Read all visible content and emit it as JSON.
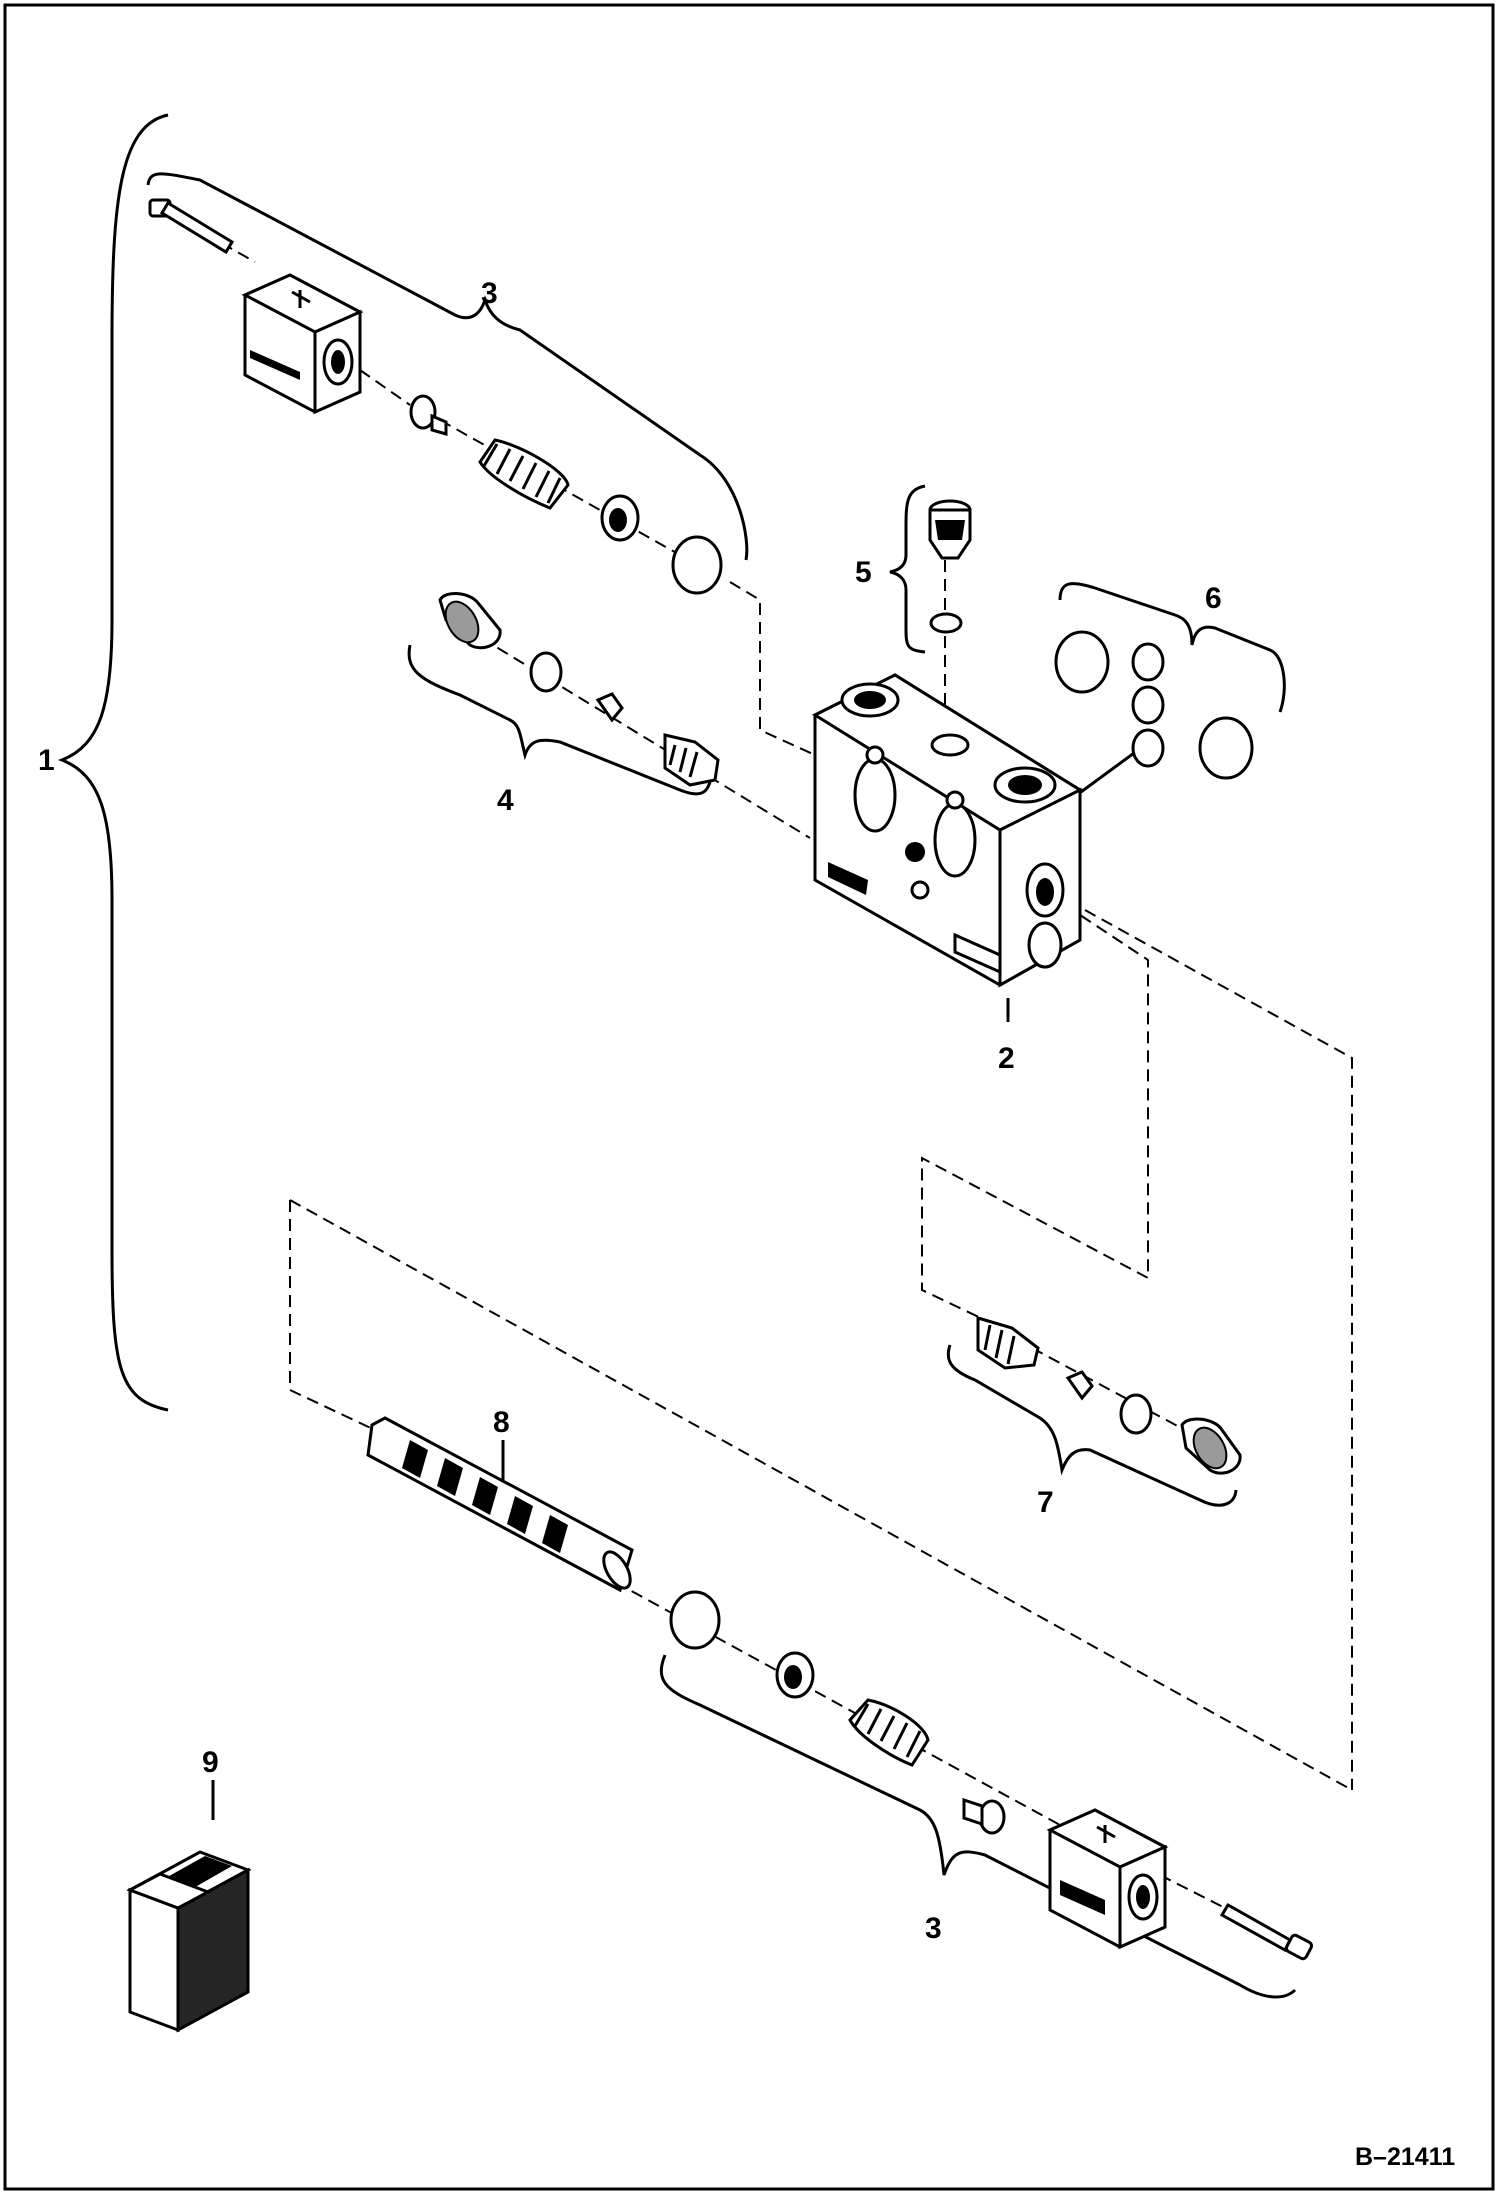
{
  "diagram": {
    "reference_code": "B–21411",
    "callouts": [
      {
        "id": "1",
        "label": "1"
      },
      {
        "id": "2",
        "label": "2"
      },
      {
        "id": "3-top",
        "label": "3"
      },
      {
        "id": "3-bottom",
        "label": "3"
      },
      {
        "id": "4",
        "label": "4"
      },
      {
        "id": "5",
        "label": "5"
      },
      {
        "id": "6",
        "label": "6"
      },
      {
        "id": "7",
        "label": "7"
      },
      {
        "id": "8",
        "label": "8"
      },
      {
        "id": "9",
        "label": "9"
      }
    ],
    "colors": {
      "line": "#000000",
      "background": "#ffffff",
      "shade": "#9a9a9a"
    }
  }
}
